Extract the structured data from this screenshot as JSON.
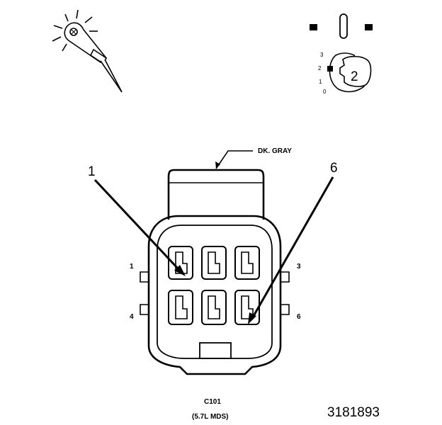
{
  "diagram": {
    "wire_color_label": "DK. GRAY",
    "callouts": {
      "left": "1",
      "right": "6"
    },
    "pin_numbers": {
      "top_left": "1",
      "top_right": "3",
      "bottom_left": "4",
      "bottom_right": "6"
    },
    "key_positions": [
      "3",
      "2",
      "1",
      "0"
    ],
    "key_selected": "2",
    "connector_id": "C101",
    "connector_note": "(5.7L MDS)",
    "figure_number": "3181893"
  },
  "icons": [
    "test-probe-icon",
    "view-indicator-icon",
    "ignition-key-icon"
  ]
}
